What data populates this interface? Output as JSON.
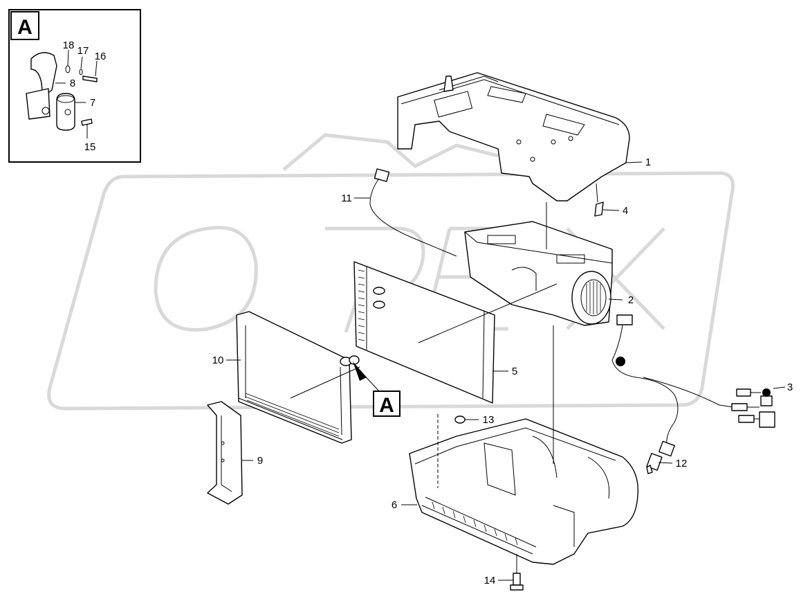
{
  "detail": {
    "label": "A"
  },
  "callouts": {
    "c1": "1",
    "c2": "2",
    "c3": "3",
    "c4": "4",
    "c5": "5",
    "c6": "6",
    "c7": "7",
    "c8": "8",
    "c9": "9",
    "c10": "10",
    "c11": "11",
    "c12": "12",
    "c13": "13",
    "c14": "14",
    "c15": "15",
    "c16": "16",
    "c17": "17",
    "c18": "18"
  },
  "colors": {
    "line": "#000000",
    "watermark": "#d9d9d9",
    "background": "#ffffff"
  }
}
